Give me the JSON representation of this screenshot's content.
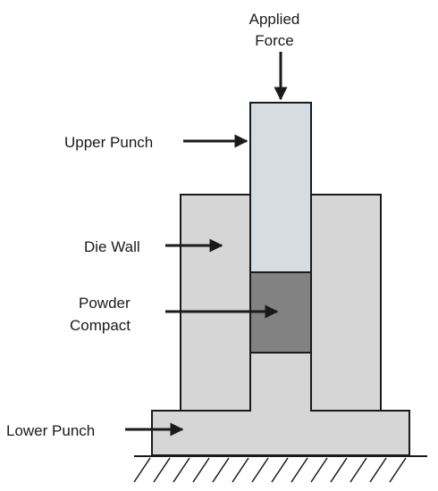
{
  "labels": {
    "applied_force_line1": "Applied",
    "applied_force_line2": "Force",
    "upper_punch": "Upper Punch",
    "die_wall": "Die Wall",
    "powder_compact_line1": "Powder",
    "powder_compact_line2": "Compact",
    "lower_punch": "Lower Punch"
  },
  "colors": {
    "upper_punch_fill": "#d5dde3",
    "die_wall_fill": "#d6d6d6",
    "powder_fill": "#828282",
    "outline": "#1a1a1a",
    "ground_hatch": "#1a1a1a"
  }
}
